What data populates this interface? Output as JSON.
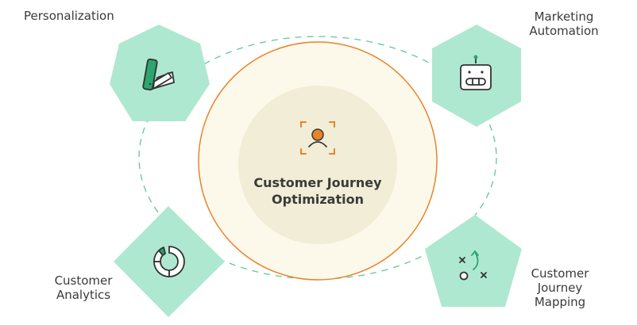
{
  "diagram": {
    "center": {
      "title_line1": "Customer Journey",
      "title_line2": "Optimization",
      "icon": "user-focus-icon"
    },
    "nodes": [
      {
        "label_lines": [
          "Personalization"
        ],
        "icon": "color-swatch-icon",
        "shape": "heptagon"
      },
      {
        "label_lines": [
          "Marketing",
          "Automation"
        ],
        "icon": "robot-icon",
        "shape": "hexagon"
      },
      {
        "label_lines": [
          "Customer",
          "Analytics"
        ],
        "icon": "donut-chart-icon",
        "shape": "diamond"
      },
      {
        "label_lines": [
          "Customer",
          "Journey",
          "Mapping"
        ],
        "icon": "strategy-play-icon",
        "shape": "pentagon"
      }
    ],
    "colors": {
      "node_fill": "#aee8d0",
      "accent_green": "#2aa66e",
      "accent_orange": "#e8832a",
      "outer_circle_fill": "#fdf9ea",
      "inner_circle_fill": "#f1edd6",
      "text": "#3a3a3a"
    }
  }
}
